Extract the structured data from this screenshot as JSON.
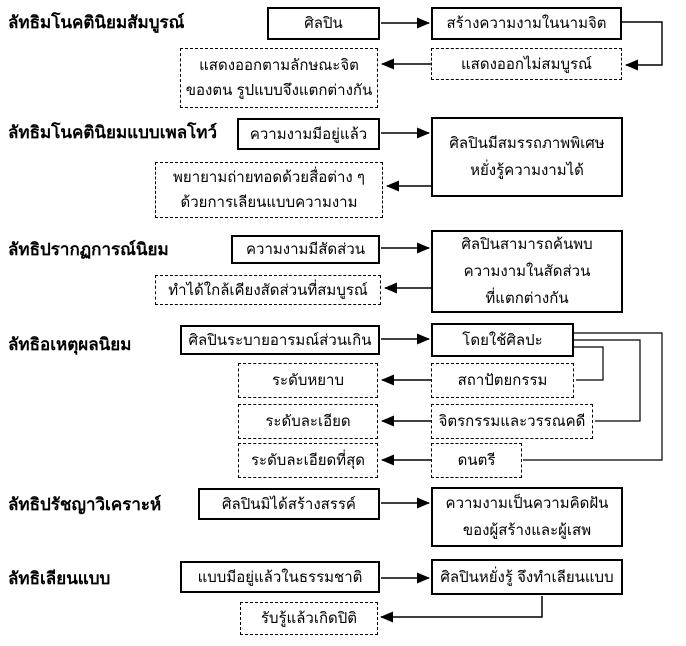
{
  "diagram": {
    "title_area": "",
    "colors": {
      "line": "#000000",
      "text": "#000000",
      "background": "#ffffff",
      "border": "#000000"
    },
    "sections": [
      {
        "header": "ลัทธิมโนคตินิยมสัมบูรณ์",
        "boxes": {
          "a": {
            "style": "solid",
            "lines": [
              "ศิลปิน"
            ]
          },
          "b": {
            "style": "solid",
            "lines": [
              "สร้างความงามในนามจิต"
            ]
          },
          "c": {
            "style": "dashed",
            "lines": [
              "แสดงออกไม่สมบูรณ์"
            ]
          },
          "d": {
            "style": "dashed",
            "lines": [
              "แสดงออกตามลักษณะจิต",
              "ของตน รูปแบบจึงแตกต่างกัน"
            ]
          }
        }
      },
      {
        "header": "ลัทธิมโนคตินิยมแบบเพลโทว์",
        "boxes": {
          "a": {
            "style": "solid",
            "lines": [
              "ความงามมีอยู่แล้ว"
            ]
          },
          "b": {
            "style": "solid",
            "lines": [
              "ศิลปินมีสมรรถภาพพิเศษ",
              "หยั่งรู้ความงามได้"
            ]
          },
          "c": {
            "style": "dashed",
            "lines": [
              "พยายามถ่ายทอดด้วยสื่อต่าง ๆ",
              "ด้วยการเลียนแบบความงาม"
            ]
          }
        }
      },
      {
        "header": "ลัทธิปรากฏการณ์นิยม",
        "boxes": {
          "a": {
            "style": "solid",
            "lines": [
              "ความงามมีสัดส่วน"
            ]
          },
          "b": {
            "style": "solid",
            "lines": [
              "ศิลปินสามารถค้นพบ",
              "ความงามในสัดส่วน",
              "ที่แตกต่างกัน"
            ]
          },
          "c": {
            "style": "dashed",
            "lines": [
              "ทำได้ใกล้เคียงสัดส่วนที่สมบูรณ์"
            ]
          }
        }
      },
      {
        "header": "ลัทธิอเหตุผลนิยม",
        "boxes": {
          "a": {
            "style": "solid",
            "lines": [
              "ศิลปินระบายอารมณ์ส่วนเกิน"
            ]
          },
          "b": {
            "style": "solid",
            "lines": [
              "โดยใช้ศิลปะ"
            ]
          },
          "level1": {
            "style": "dashed",
            "lines": [
              "ระดับหยาบ"
            ]
          },
          "art1": {
            "style": "dashed",
            "lines": [
              "สถาปัตยกรรม"
            ]
          },
          "level2": {
            "style": "dashed",
            "lines": [
              "ระดับละเอียด"
            ]
          },
          "art2": {
            "style": "dashed",
            "lines": [
              "จิตรกรรมและวรรณคดี"
            ]
          },
          "level3": {
            "style": "dashed",
            "lines": [
              "ระดับละเอียดที่สุด"
            ]
          },
          "art3": {
            "style": "dashed",
            "lines": [
              "ดนตรี"
            ]
          }
        }
      },
      {
        "header": "ลัทธิปรัชญาวิเคราะห์",
        "boxes": {
          "a": {
            "style": "solid",
            "lines": [
              "ศิลปินมิได้สร้างสรรค์"
            ]
          },
          "b": {
            "style": "solid",
            "lines": [
              "ความงามเป็นความคิดฝัน",
              "ของผู้สร้างและผู้เสพ"
            ]
          }
        }
      },
      {
        "header": "ลัทธิเลียนแบบ",
        "boxes": {
          "a": {
            "style": "solid",
            "lines": [
              "แบบมีอยู่แล้วในธรรมชาติ"
            ]
          },
          "b": {
            "style": "solid",
            "lines": [
              "ศิลปินหยั่งรู้ จึงทำเลียนแบบ"
            ]
          },
          "c": {
            "style": "dashed",
            "lines": [
              "รับรู้แล้วเกิดปิติ"
            ]
          }
        }
      }
    ]
  }
}
